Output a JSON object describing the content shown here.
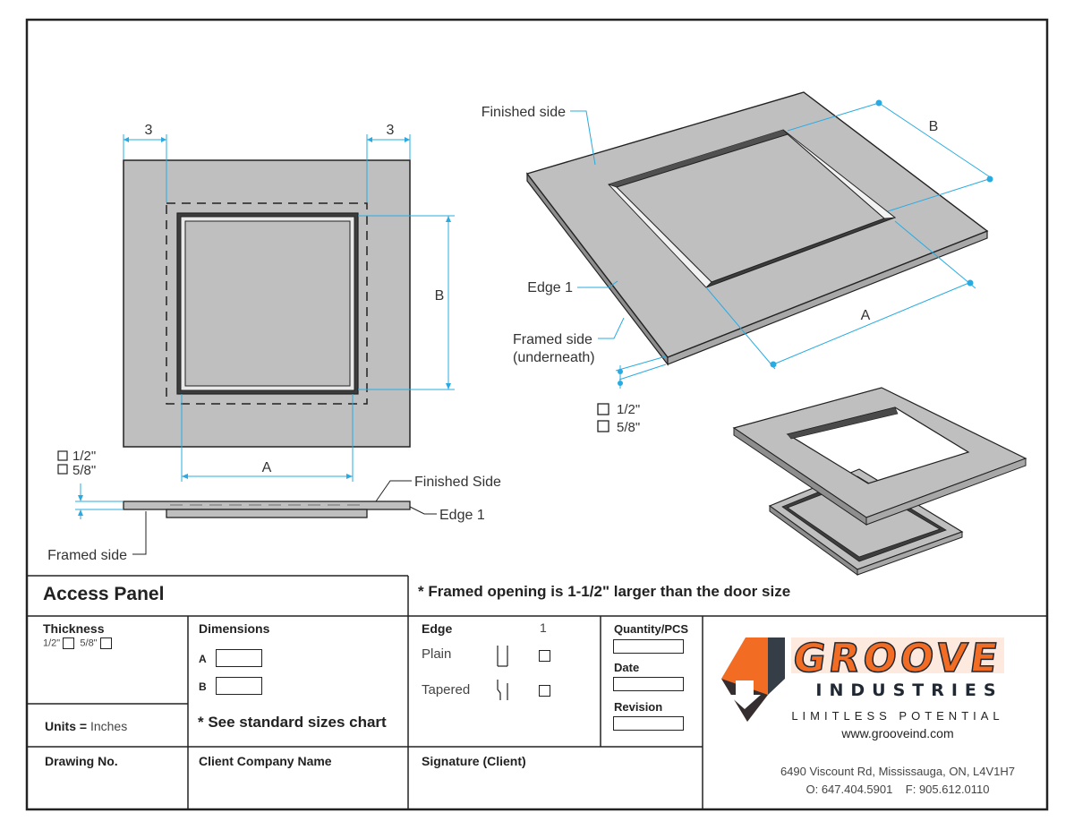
{
  "colors": {
    "blue": "#29abe2",
    "panel": "#c0bfc0",
    "dark": "#4a4a4a",
    "orange": "#f26c24",
    "navy": "#1f2833"
  },
  "drawing": {
    "dim_left_3": "3",
    "dim_right_3": "3",
    "dim_b_front": "B",
    "dim_a_front": "A",
    "thickness_half": "1/2\"",
    "thickness_58": "5/8\"",
    "finished_side_label": "Finished Side",
    "edge1_label_front": "Edge 1",
    "framed_side_label_front": "Framed side",
    "iso_finished_side": "Finished side",
    "iso_dim_b": "B",
    "iso_dim_a": "A",
    "iso_edge1": "Edge 1",
    "iso_framed_side": "Framed side",
    "iso_underneath": "(underneath)",
    "iso_thickness_half": "1/2\"",
    "iso_thickness_58": "5/8\""
  },
  "title_block": {
    "title": "Access Panel",
    "note": "* Framed opening is 1-1/2\" larger than the door size",
    "thickness_label": "Thickness",
    "thickness_opt1": "1/2\"",
    "thickness_opt2": "5/8\"",
    "units_label": "Units =",
    "units_value": "Inches",
    "dimensions_label": "Dimensions",
    "dim_a": "A",
    "dim_b": "B",
    "sizes_note": "* See standard sizes chart",
    "edge_label": "Edge",
    "edge_num": "1",
    "edge_plain": "Plain",
    "edge_tapered": "Tapered",
    "quantity_label": "Quantity/PCS",
    "date_label": "Date",
    "revision_label": "Revision",
    "drawing_no_label": "Drawing No.",
    "client_company_label": "Client Company Name",
    "signature_label": "Signature (Client)"
  },
  "company": {
    "logo_word1": "GROOVE",
    "logo_word2": "INDUSTRIES",
    "tagline": "LIMITLESS POTENTIAL",
    "website": "www.grooveind.com",
    "address": "6490 Viscount Rd, Mississauga, ON, L4V1H7",
    "phone_fax": "O: 647.404.5901    F: 905.612.0110"
  }
}
